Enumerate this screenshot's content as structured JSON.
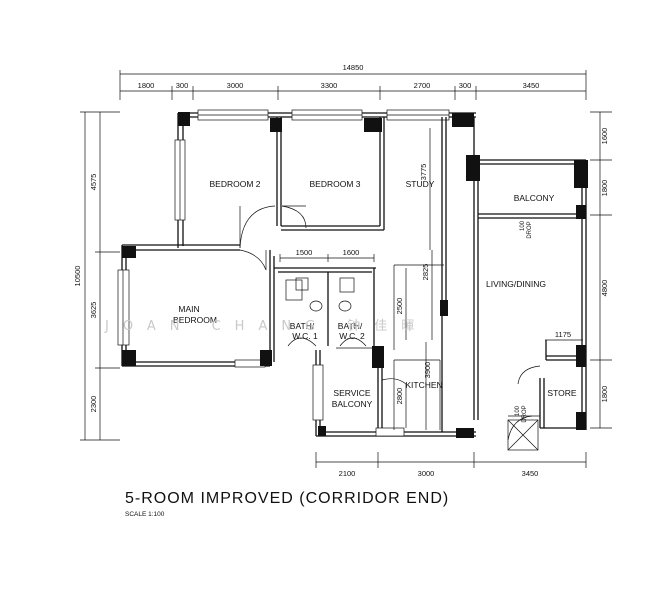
{
  "title": "5-ROOM IMPROVED (CORRIDOR END)",
  "scale": "SCALE   1:100",
  "watermark": "JOAN    CHANG    钟佳暉",
  "rooms": {
    "bedroom2": "BEDROOM 2",
    "bedroom3": "BEDROOM 3",
    "study": "STUDY",
    "balcony": "BALCONY",
    "main_bedroom_1": "MAIN",
    "main_bedroom_2": "BEDROOM",
    "living_dining": "LIVING/DINING",
    "bath1_1": "BATH/",
    "bath1_2": "W.C.  1",
    "bath2_1": "BATH/",
    "bath2_2": "W.C.  2",
    "service_balcony_1": "SERVICE",
    "service_balcony_2": "BALCONY",
    "kitchen": "KITCHEN",
    "store": "STORE",
    "drop1_1": "100",
    "drop1_2": "DROP",
    "drop2_1": "100",
    "drop2_2": "DROP"
  },
  "dimensions": {
    "overall_top": "14850",
    "top": [
      "1800",
      "300",
      "3000",
      "3300",
      "2700",
      "300",
      "3450"
    ],
    "left_overall": "10500",
    "left": [
      "4575",
      "3625",
      "2300"
    ],
    "right": [
      "1600",
      "1800",
      "4800",
      "1800"
    ],
    "bottom": [
      "2100",
      "3000",
      "3450"
    ],
    "inner_1500": "1500",
    "inner_1600": "1600",
    "inner_3775": "3775",
    "inner_2825": "2825",
    "inner_2500": "2500",
    "inner_3900": "3900",
    "inner_2800": "2800",
    "inner_1175": "1175"
  }
}
